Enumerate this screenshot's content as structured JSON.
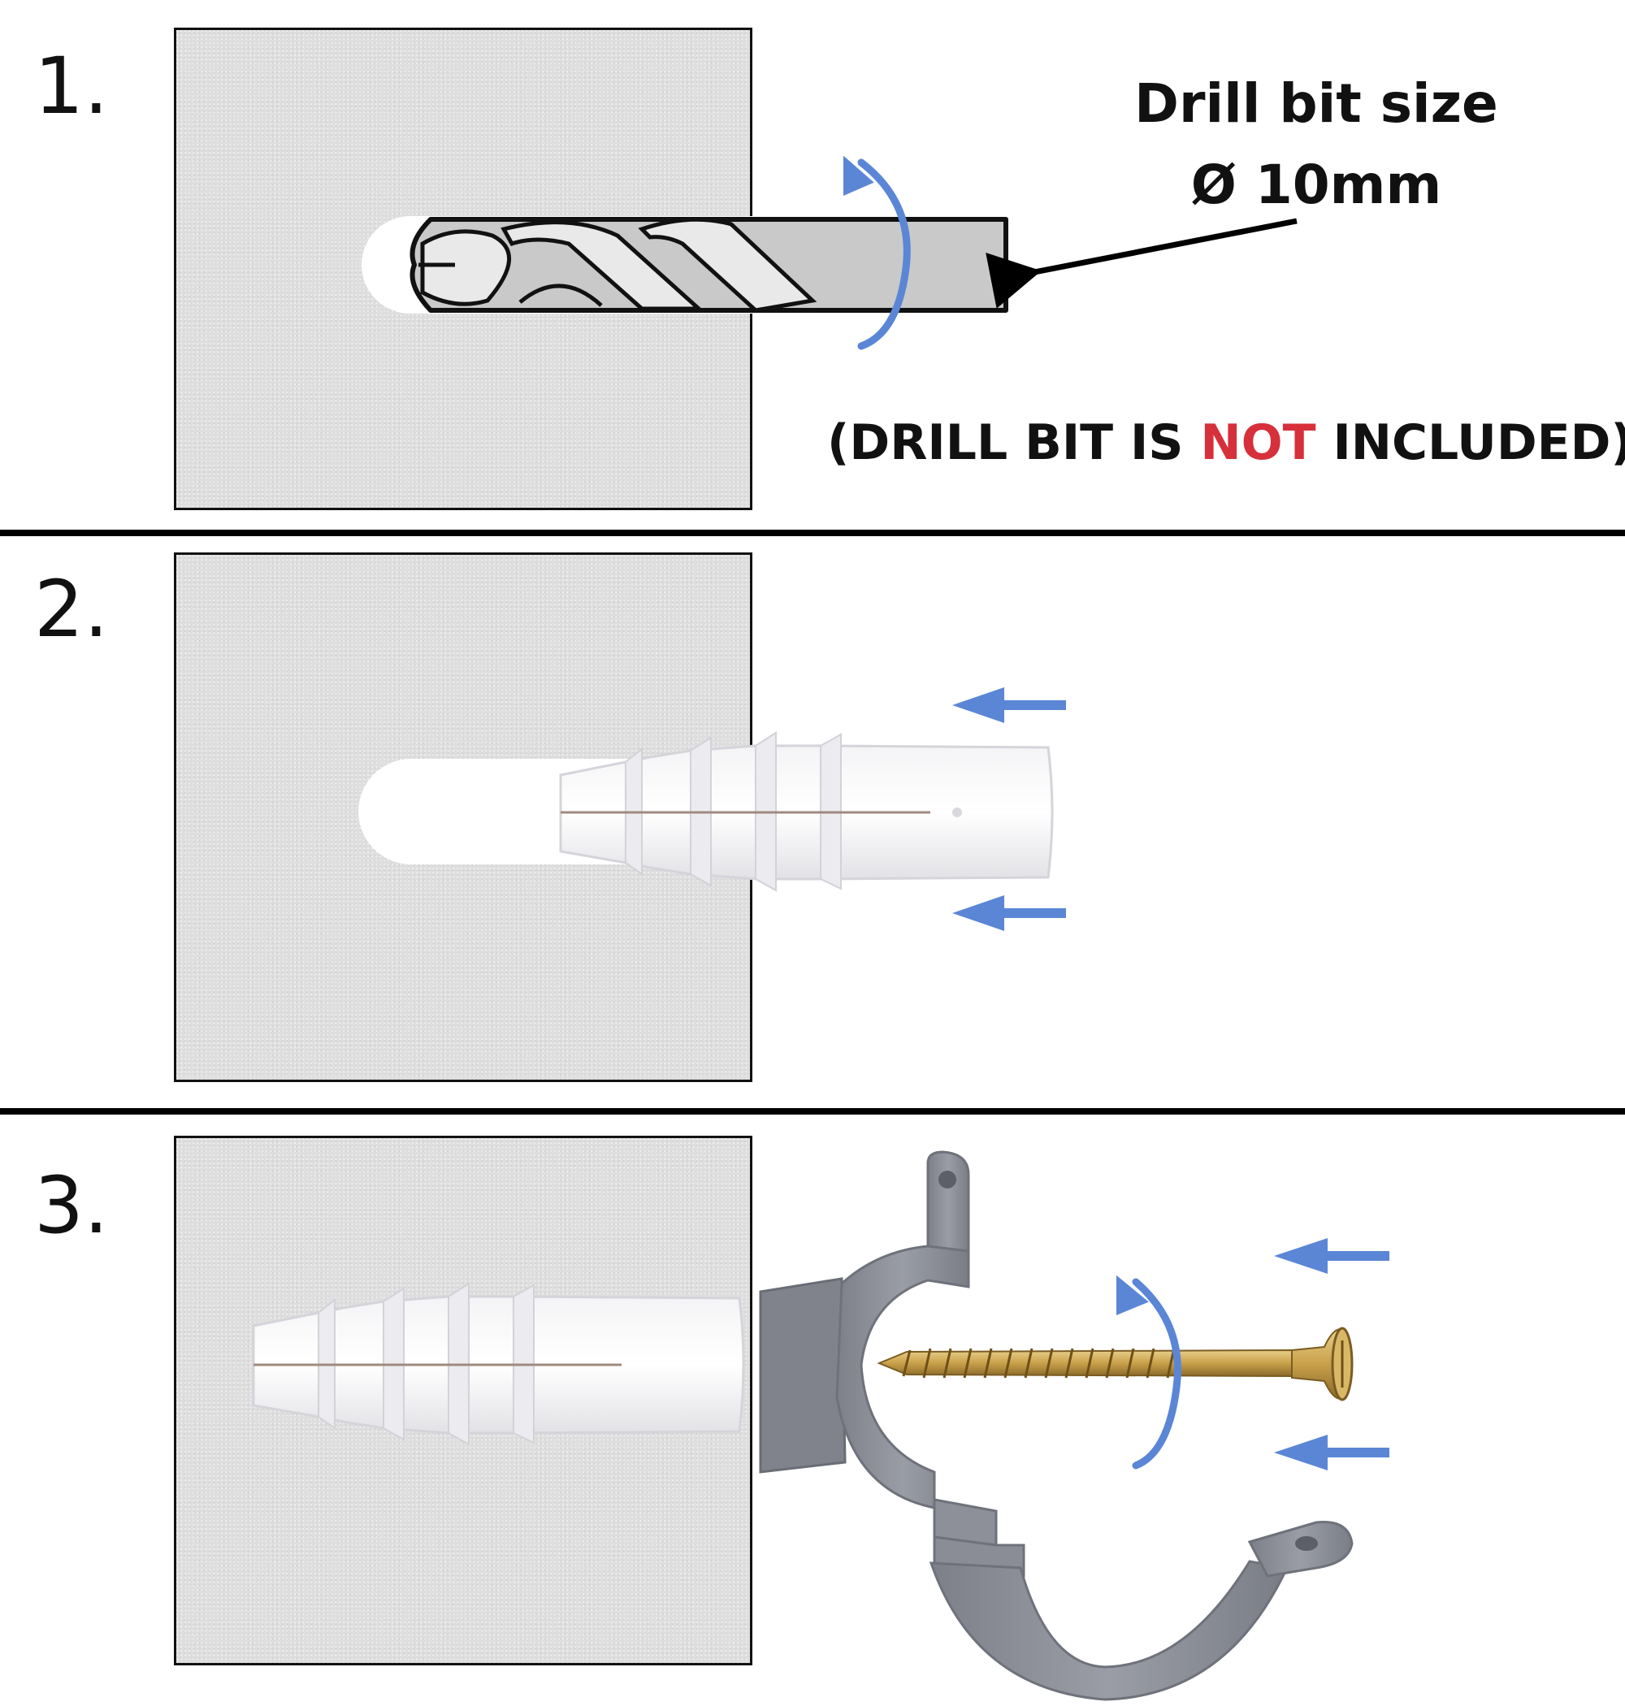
{
  "steps": [
    {
      "number": "1."
    },
    {
      "number": "2."
    },
    {
      "number": "3."
    }
  ],
  "step1": {
    "drill_bit_size_label": "Drill bit size",
    "drill_bit_size_value": "Ø 10mm",
    "note_prefix": "(DRILL BIT IS ",
    "note_emphasis": "NOT",
    "note_suffix": " INCLUDED)"
  },
  "colors": {
    "arrow_blue": "#5b86d6",
    "note_red": "#d6303a",
    "wall_gray": "#dedede",
    "clip_gray": "#8a8d96",
    "screw_gold": "#c9a04a"
  },
  "icons": [
    "rotation-arrow-icon",
    "push-arrow-icon",
    "pointer-arrow-icon"
  ]
}
